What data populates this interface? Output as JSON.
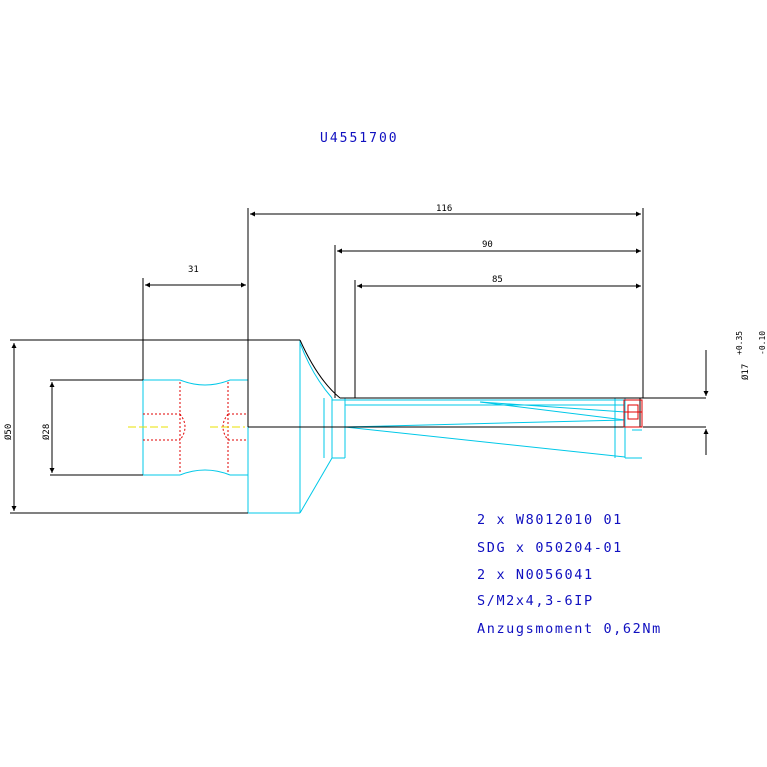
{
  "part_number": "U4551700",
  "dimensions": {
    "d116": "116",
    "d90": "90",
    "d85": "85",
    "d31": "31",
    "dia50": "Ø50",
    "dia28": "Ø28",
    "dia17": "Ø17",
    "tol_upper": "+0.35",
    "tol_lower": "-0.10"
  },
  "notes": [
    "2 x W8012010 01",
    "SDG x 050204-01",
    "2 x N0056041",
    "S/M2x4,3-6IP",
    "Anzugsmoment 0,62Nm"
  ],
  "colors": {
    "outline": "#000000",
    "hidden_cyan": "#00c8e8",
    "section_red": "#e00000",
    "centerline_yellow": "#e8e000",
    "text_blue": "#1010c0"
  }
}
